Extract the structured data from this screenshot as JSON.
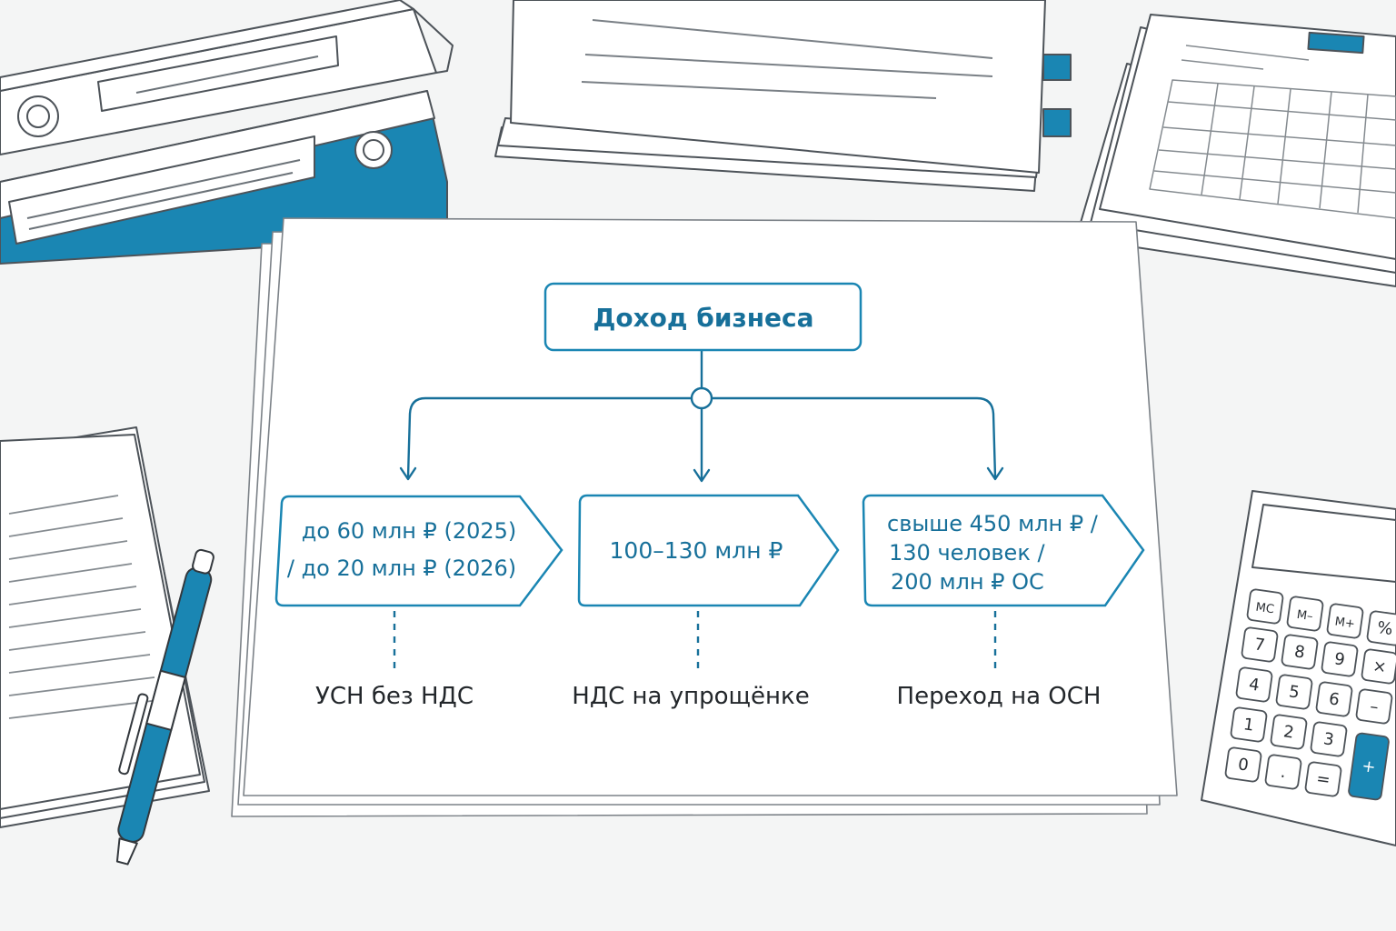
{
  "colors": {
    "accent": "#1a86b3",
    "accent_dark": "#17709a",
    "ink": "#2a2e33",
    "line": "#5f666d",
    "paper": "#ffffff",
    "background": "#f4f5f5"
  },
  "diagram": {
    "root": {
      "label": "Доход бизнеса"
    },
    "branches": [
      {
        "condition_lines": [
          "до 60 млн ₽ (2025)",
          "/ до 20 млн ₽ (2026)"
        ],
        "outcome": "УСН без НДС"
      },
      {
        "condition_lines": [
          "100–130 млн ₽"
        ],
        "outcome": "НДС на упрощёнке"
      },
      {
        "condition_lines": [
          "свыше 450 млн ₽ /",
          "130 человек /",
          "200 млн ₽ ОС"
        ],
        "outcome": "Переход на ОСН"
      }
    ]
  },
  "calculator": {
    "keys": [
      "MC",
      "M–",
      "M+",
      "%",
      "7",
      "8",
      "9",
      "×",
      "4",
      "5",
      "6",
      "–",
      "1",
      "2",
      "3",
      "0",
      ".",
      "=",
      "+"
    ]
  },
  "icons": {
    "binders": "binder-icon",
    "documents": "document-stack-icon",
    "spreadsheet": "spreadsheet-icon",
    "notebook": "notebook-icon",
    "pen": "pen-icon",
    "calculator": "calculator-icon"
  }
}
